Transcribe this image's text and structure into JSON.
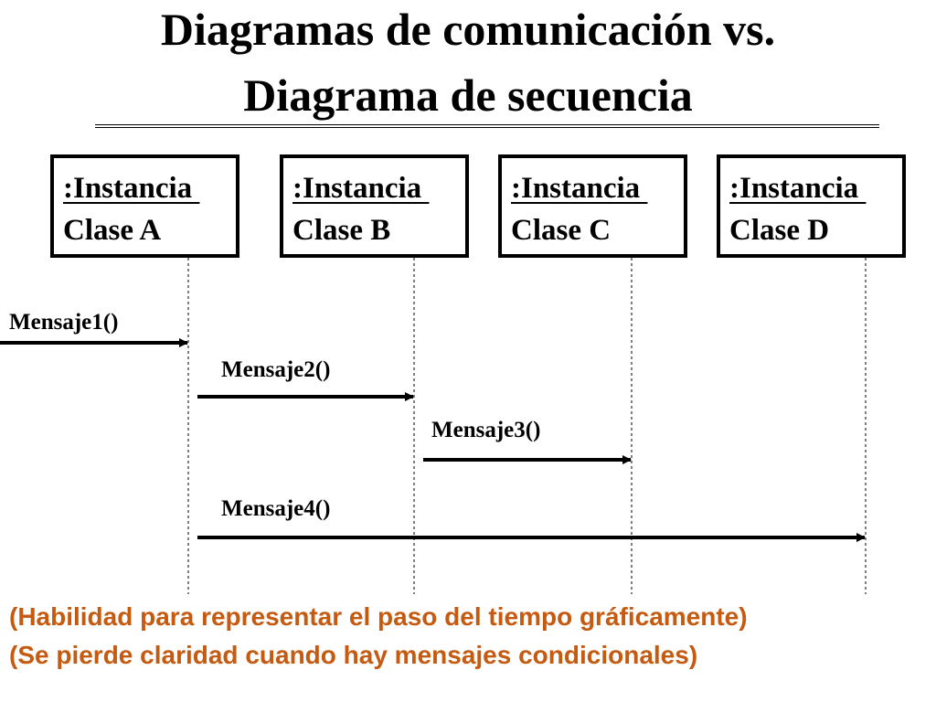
{
  "title": {
    "line1": "Diagramas de comunicación vs.",
    "line2": "Diagrama de secuencia"
  },
  "objects": [
    {
      "line1": ":Instancia ",
      "line2": "Clase A"
    },
    {
      "line1": ":Instancia ",
      "line2": "Clase B"
    },
    {
      "line1": ":Instancia ",
      "line2": "Clase C"
    },
    {
      "line1": ":Instancia ",
      "line2": "Clase D"
    }
  ],
  "messages": [
    {
      "label": "Mensaje1()",
      "from": null,
      "to": 0
    },
    {
      "label": "Mensaje2()",
      "from": 0,
      "to": 1
    },
    {
      "label": "Mensaje3()",
      "from": 1,
      "to": 2
    },
    {
      "label": "Mensaje4()",
      "from": 0,
      "to": 3
    }
  ],
  "notes": [
    "(Habilidad para representar el paso del tiempo gráficamente)",
    "(Se pierde claridad cuando hay mensajes condicionales)"
  ],
  "colors": {
    "text": "#000000",
    "note": "#c55a11"
  }
}
